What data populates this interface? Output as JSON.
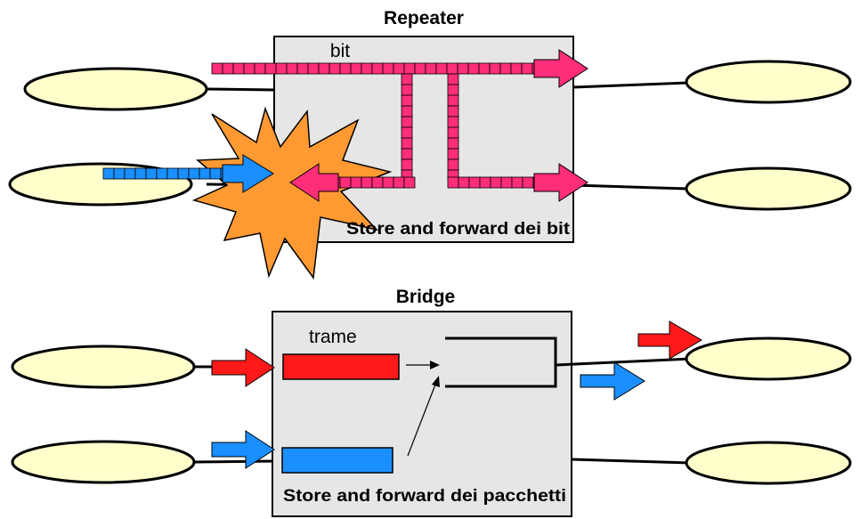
{
  "repeater": {
    "title": "Repeater",
    "bit_label": "bit",
    "caption": "Store and forward dei bit"
  },
  "bridge": {
    "title": "Bridge",
    "frame_label": "trame",
    "caption": "Store and forward dei pacchetti"
  },
  "colors": {
    "box_fill": "#e6e6e6",
    "host_fill": "#ffffcc",
    "bit_stream": "#ff2d7a",
    "incoming_stream": "#1a8fff",
    "collision_burst": "#ff9a33",
    "frame_red": "#ff1a1a",
    "frame_blue": "#1a8fff"
  }
}
